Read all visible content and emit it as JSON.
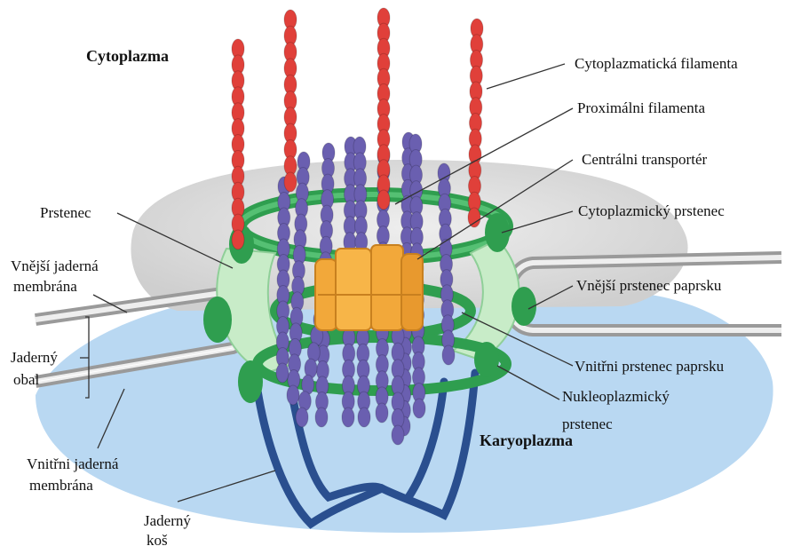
{
  "regions": {
    "cytoplasm": "Cytoplazma",
    "karyoplasm": "Karyoplazma"
  },
  "labels": {
    "cytoplasmic_filaments": "Cytoplazmatická filamenta",
    "proximal_filaments": "Proximálni filamenta",
    "central_transporter": "Centrálni transportér",
    "cytoplasmic_ring": "Cytoplazmický prstenec",
    "outer_spoke_ring": "Vnější prstenec paprsku",
    "inner_spoke_ring": "Vnitřni prstenec paprsku",
    "nucleoplasmic_ring_1": "Nukleoplazmický",
    "nucleoplasmic_ring_2": "prstenec",
    "ring": "Prstenec",
    "outer_membrane_1": "Vnější jaderná",
    "outer_membrane_2": "membrána",
    "envelope_1": "Jaderný",
    "envelope_2": "obal",
    "inner_membrane_1": "Vnitřni jaderná",
    "inner_membrane_2": "membrána",
    "basket_1": "Jaderný",
    "basket_2": "koš"
  },
  "colors": {
    "cytoplasmic_filament": "#e0403a",
    "proximal_filament": "#6a5fb0",
    "central_transporter": "#f2a83a",
    "ring_green": "#2f9e4f",
    "ring_light": "#c8ecc8",
    "nuclear_basket": "#2a4f8f",
    "karyoplasm_bg": "#b9d8f2",
    "cytoplasm_bg": "#d9d9d9",
    "membrane": "#9a9a9a"
  }
}
